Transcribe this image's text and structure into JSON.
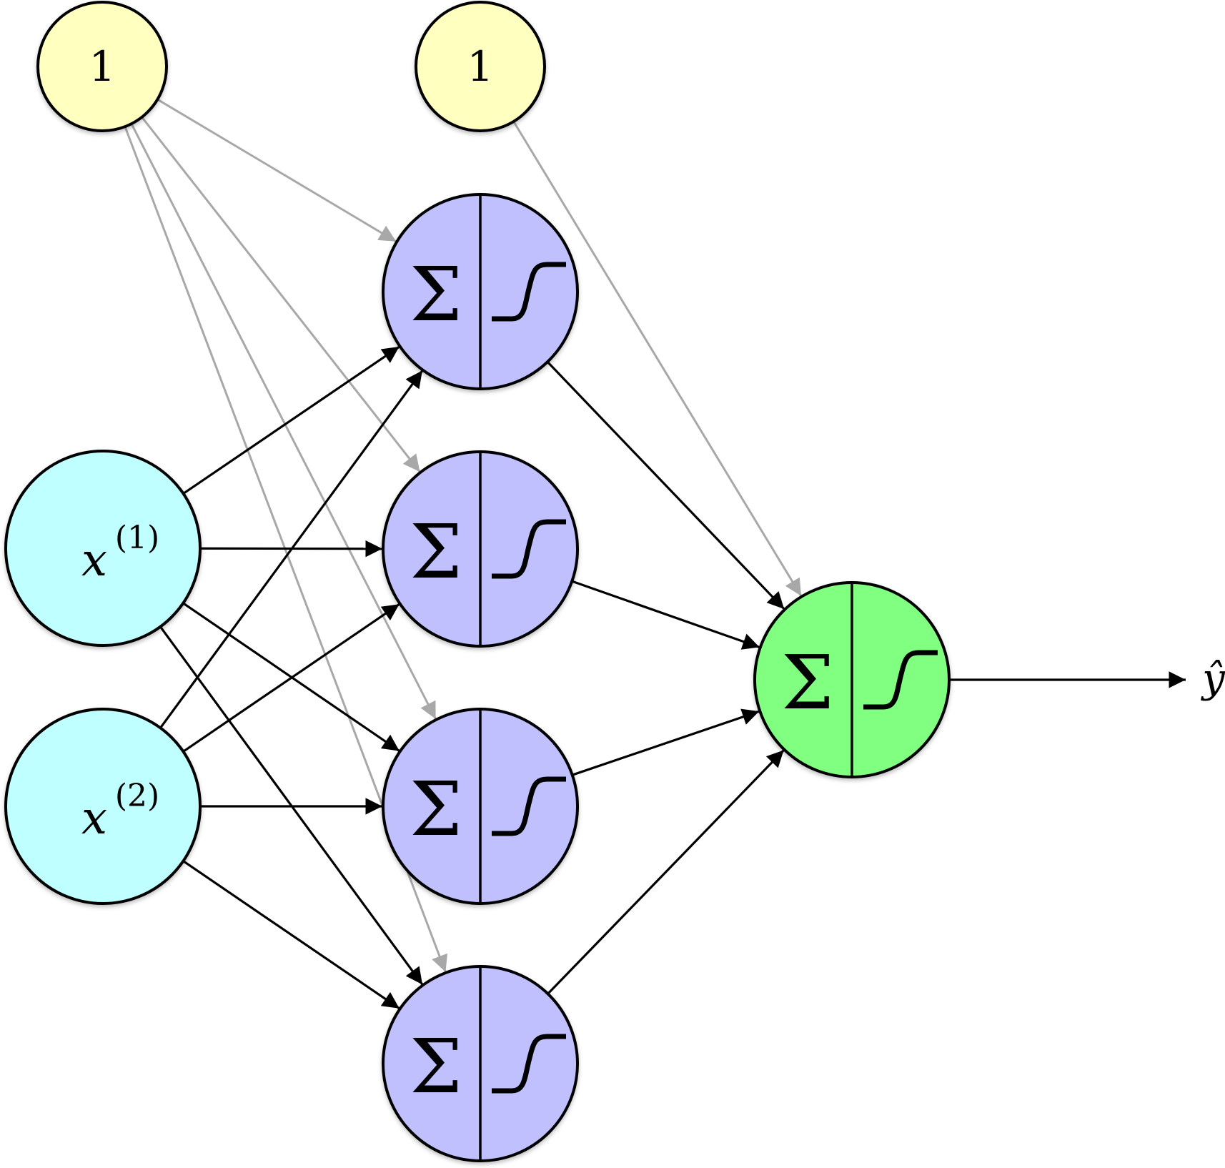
{
  "title": "Neural network with one hidden layer",
  "colors": {
    "bias_fill": "#ffffc0",
    "input_fill": "#c0ffff",
    "hidden_fill": "#c0c0ff",
    "output_fill": "#80ff80",
    "edge_black": "#000000",
    "edge_bias": "#a8a8a8"
  },
  "nodes": {
    "bias_input": {
      "label": "1",
      "type": "bias"
    },
    "bias_hidden": {
      "label": "1",
      "type": "bias"
    },
    "x1": {
      "label": "x",
      "superscript": "(1)",
      "type": "input"
    },
    "x2": {
      "label": "x",
      "superscript": "(2)",
      "type": "input"
    },
    "h1": {
      "sum_symbol": "Σ",
      "type": "hidden",
      "activation": "sigmoid"
    },
    "h2": {
      "sum_symbol": "Σ",
      "type": "hidden",
      "activation": "sigmoid"
    },
    "h3": {
      "sum_symbol": "Σ",
      "type": "hidden",
      "activation": "sigmoid"
    },
    "h4": {
      "sum_symbol": "Σ",
      "type": "hidden",
      "activation": "sigmoid"
    },
    "out": {
      "sum_symbol": "Σ",
      "type": "output",
      "activation": "sigmoid"
    }
  },
  "output_label": "ŷ",
  "edges": [
    {
      "from": "bias_input",
      "to": "h1",
      "kind": "bias"
    },
    {
      "from": "bias_input",
      "to": "h2",
      "kind": "bias"
    },
    {
      "from": "bias_input",
      "to": "h3",
      "kind": "bias"
    },
    {
      "from": "bias_input",
      "to": "h4",
      "kind": "bias"
    },
    {
      "from": "bias_hidden",
      "to": "out",
      "kind": "bias"
    },
    {
      "from": "x1",
      "to": "h1",
      "kind": "weight"
    },
    {
      "from": "x1",
      "to": "h2",
      "kind": "weight"
    },
    {
      "from": "x1",
      "to": "h3",
      "kind": "weight"
    },
    {
      "from": "x1",
      "to": "h4",
      "kind": "weight"
    },
    {
      "from": "x2",
      "to": "h1",
      "kind": "weight"
    },
    {
      "from": "x2",
      "to": "h2",
      "kind": "weight"
    },
    {
      "from": "x2",
      "to": "h3",
      "kind": "weight"
    },
    {
      "from": "x2",
      "to": "h4",
      "kind": "weight"
    },
    {
      "from": "h1",
      "to": "out",
      "kind": "weight"
    },
    {
      "from": "h2",
      "to": "out",
      "kind": "weight"
    },
    {
      "from": "h3",
      "to": "out",
      "kind": "weight"
    },
    {
      "from": "h4",
      "to": "out",
      "kind": "weight"
    },
    {
      "from": "out",
      "to": "y_hat",
      "kind": "output"
    }
  ]
}
